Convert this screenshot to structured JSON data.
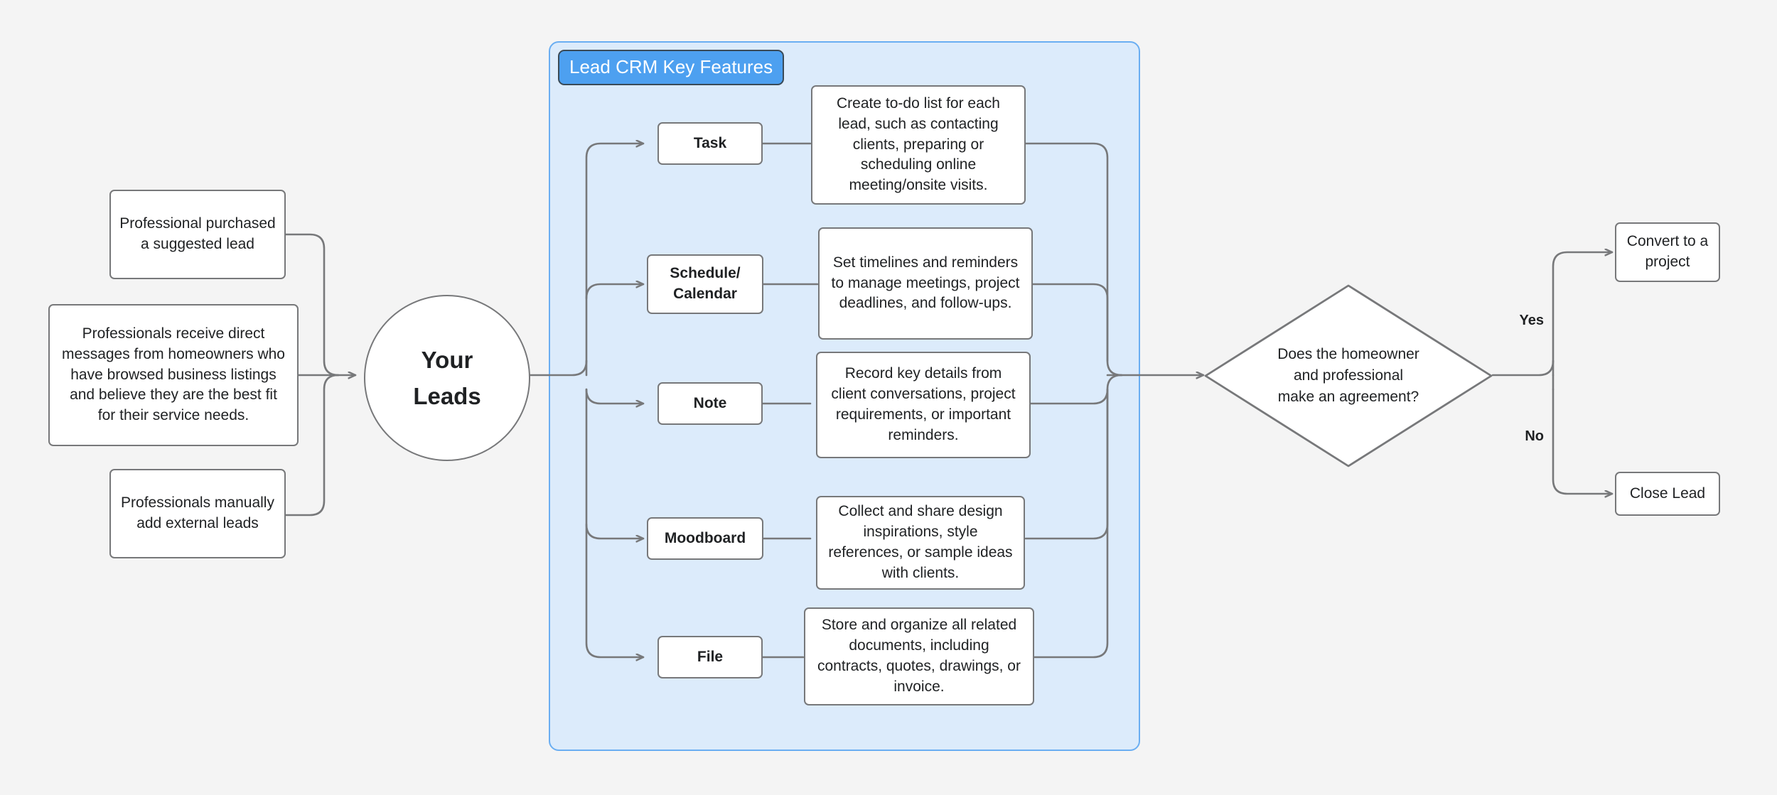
{
  "diagram": {
    "title": "Lead CRM Key Features",
    "background_color": "#f4f4f4",
    "panel_fill": "#dcebfb",
    "panel_border": "#6aaef2",
    "badge_fill": "#4da0f0",
    "node_border": "#77787a",
    "wire_color": "#77787a"
  },
  "sources": [
    {
      "id": "source-purchased-lead",
      "text": "Professional purchased a suggested lead"
    },
    {
      "id": "source-direct-messages",
      "text": "Professionals receive direct messages from homeowners who have browsed business listings and believe they are the best fit for their service needs."
    },
    {
      "id": "source-manual-leads",
      "text": "Professionals manually add external leads"
    }
  ],
  "hub": {
    "label_line1": "Your",
    "label_line2": "Leads"
  },
  "panel": {
    "badge_label": "Lead CRM Key Features",
    "features": [
      {
        "id": "feature-task",
        "label": "Task",
        "description": "Create to-do list for each lead, such as contacting clients, preparing or scheduling online meeting/onsite visits."
      },
      {
        "id": "feature-schedule-calendar",
        "label": "Schedule/ Calendar",
        "label_line1": "Schedule/",
        "label_line2": "Calendar",
        "description": "Set timelines and reminders to manage meetings, project deadlines, and follow-ups."
      },
      {
        "id": "feature-note",
        "label": "Note",
        "description": "Record key details from client conversations, project requirements, or important reminders."
      },
      {
        "id": "feature-moodboard",
        "label": "Moodboard",
        "description": "Collect and share design inspirations, style references, or sample ideas with clients."
      },
      {
        "id": "feature-file",
        "label": "File",
        "description": "Store and organize all related documents, including contracts, quotes, drawings, or invoice."
      }
    ]
  },
  "decision": {
    "id": "decision-agreement",
    "line1": "Does the homeowner",
    "line2": "and professional",
    "line3": "make an agreement?",
    "yes_label": "Yes",
    "no_label": "No"
  },
  "outcomes": [
    {
      "id": "outcome-convert-project",
      "text": "Convert to a project"
    },
    {
      "id": "outcome-close-lead",
      "text": "Close Lead"
    }
  ]
}
